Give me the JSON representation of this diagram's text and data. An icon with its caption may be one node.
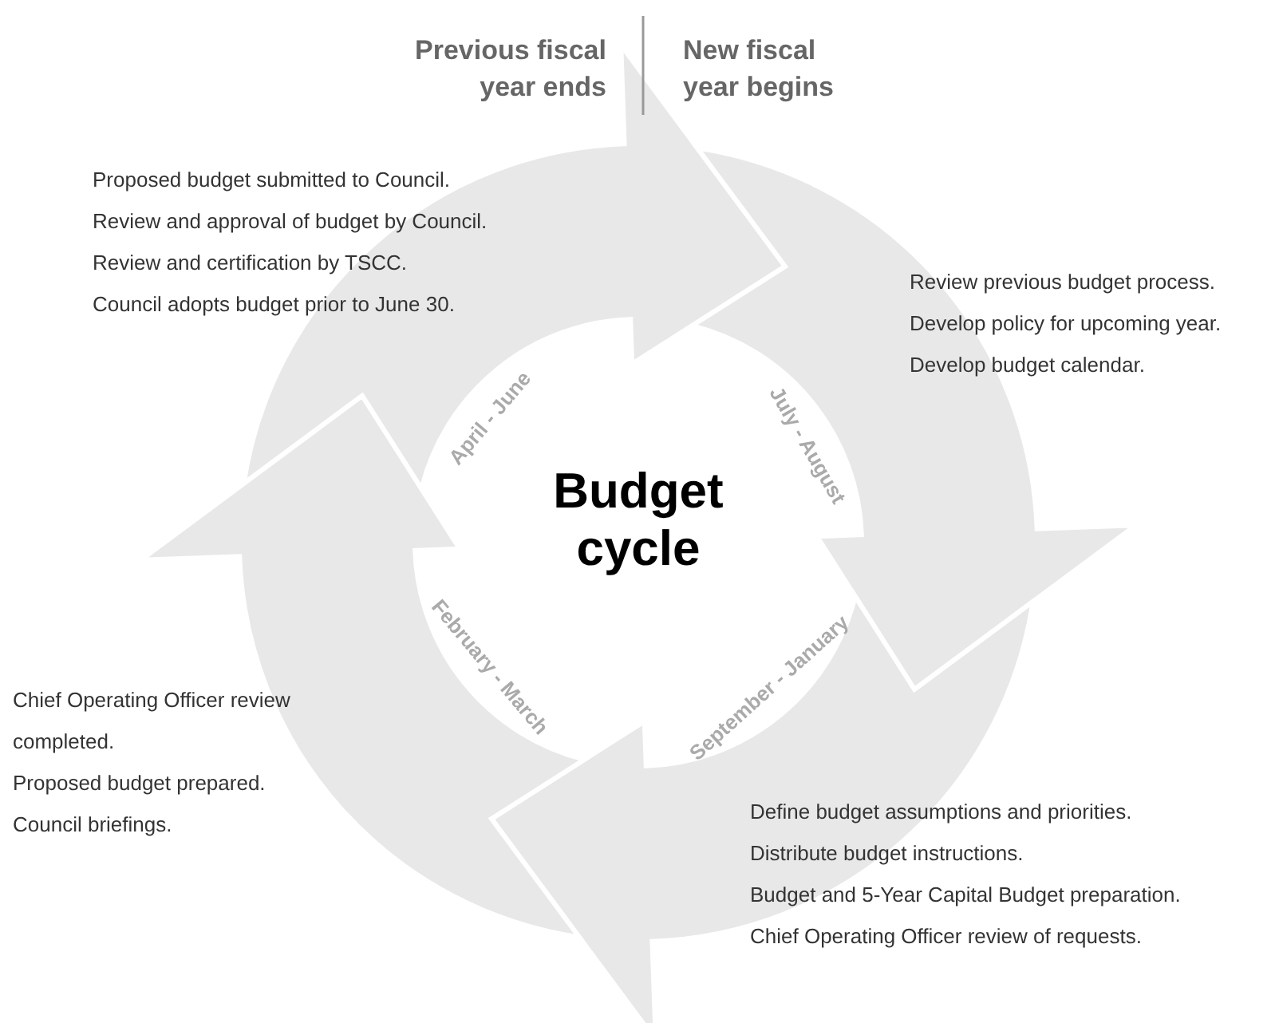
{
  "diagram": {
    "title": "Budget cycle",
    "nodes": [
      {
        "text": [
          "April - June"
        ],
        "beside": [
          "Proposed budget submitted to Council.",
          "Review and approval of budget by Council.",
          "Review and certification by TSCC.",
          "Council adopts budget prior to June 30."
        ]
      },
      {
        "text": [
          "July - August"
        ],
        "beside": [
          "Review previous budget process.",
          "Develop policy for upcoming year.",
          "Develop budget calendar."
        ]
      },
      {
        "text": [
          "September - January"
        ],
        "beside": [
          "Define budget assumptions and priorities.",
          "Distribute budget instructions.",
          "Budget and 5-Year Capital Budget preparation.",
          "Chief Operating Officer review of requests."
        ]
      },
      {
        "text": [
          "February - March"
        ],
        "beside": [
          "Chief Operating Officer review completed.",
          "Proposed budget prepared.",
          "Council briefings."
        ]
      }
    ],
    "edges": [
      {
        "from": 3,
        "to": 0,
        "arrow": "to"
      },
      {
        "from": 0,
        "to": 1,
        "arrow": "to"
      },
      {
        "from": 1,
        "to": 2,
        "arrow": "to"
      },
      {
        "from": 2,
        "to": 3,
        "arrow": "to"
      }
    ],
    "labels": [
      "Previous fiscal year ends",
      "New fiscal year begins"
    ]
  }
}
